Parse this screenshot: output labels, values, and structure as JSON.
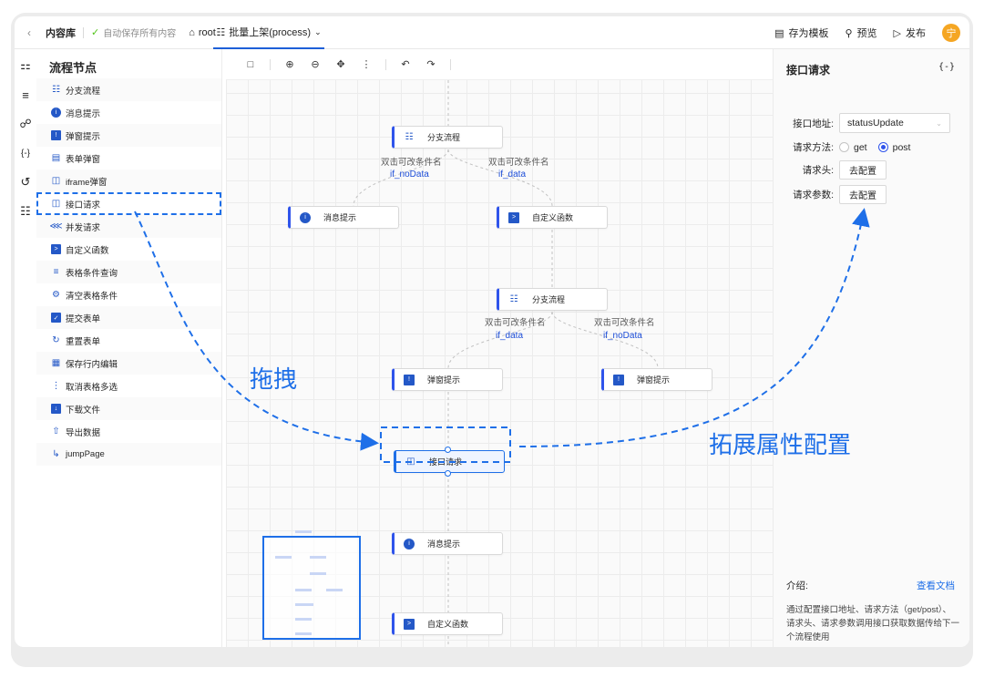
{
  "header": {
    "title": "内容库",
    "autosave": "自动保存所有内容",
    "root_label": "root",
    "tab_label": "批量上架(process)",
    "save_template": "存为模板",
    "preview": "预览",
    "publish": "发布",
    "avatar_text": "宁"
  },
  "palette": {
    "title": "流程节点",
    "items": [
      {
        "label": "分支流程",
        "icon": "branch-icon"
      },
      {
        "label": "消息提示",
        "icon": "info-icon"
      },
      {
        "label": "弹窗提示",
        "icon": "popup-icon"
      },
      {
        "label": "表单弹窗",
        "icon": "form-dialog-icon"
      },
      {
        "label": "iframe弹窗",
        "icon": "iframe-icon"
      },
      {
        "label": "接口请求",
        "icon": "api-icon"
      },
      {
        "label": "并发请求",
        "icon": "parallel-icon"
      },
      {
        "label": "自定义函数",
        "icon": "function-icon"
      },
      {
        "label": "表格条件查询",
        "icon": "table-query-icon"
      },
      {
        "label": "清空表格条件",
        "icon": "clear-icon"
      },
      {
        "label": "提交表单",
        "icon": "submit-icon"
      },
      {
        "label": "重置表单",
        "icon": "reset-icon"
      },
      {
        "label": "保存行内编辑",
        "icon": "save-icon"
      },
      {
        "label": "取消表格多选",
        "icon": "list-icon"
      },
      {
        "label": "下载文件",
        "icon": "download-icon"
      },
      {
        "label": "导出数据",
        "icon": "export-icon"
      },
      {
        "label": "jumpPage",
        "icon": "jump-icon"
      }
    ]
  },
  "canvas": {
    "nodes": {
      "branch1": "分支流程",
      "msg1": "消息提示",
      "func1": "自定义函数",
      "branch2": "分支流程",
      "popup1": "弹窗提示",
      "popup2": "弹窗提示",
      "api": "接口请求",
      "msg2": "消息提示",
      "func2": "自定义函数"
    },
    "edges": {
      "hint": "双击可改条件名",
      "cond_nodata": "if_noData",
      "cond_data": "if_data"
    }
  },
  "panel": {
    "title": "接口请求",
    "code_icon": "{-}",
    "url_label": "接口地址:",
    "url_value": "statusUpdate",
    "method_label": "请求方法:",
    "method_get": "get",
    "method_post": "post",
    "method_selected": "post",
    "headers_label": "请求头:",
    "params_label": "请求参数:",
    "config_button": "去配置",
    "intro_label": "介绍:",
    "doc_link": "查看文档",
    "description": "通过配置接口地址、请求方法（get/post）、请求头、请求参数调用接口获取数据传给下一个流程使用"
  },
  "annotations": {
    "drag": "拖拽",
    "extend": "拓展属性配置"
  },
  "colors": {
    "accent": "#1e6fe8",
    "node_icon": "#2458c7",
    "avatar": "#f5a623"
  }
}
